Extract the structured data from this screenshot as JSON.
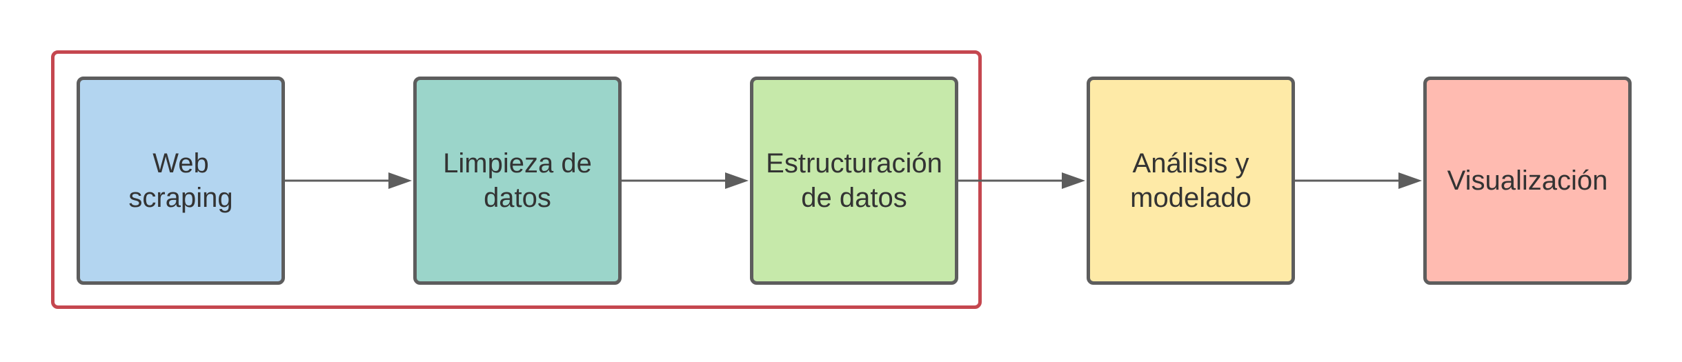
{
  "diagram": {
    "group": {
      "border_color": "#c5474f"
    },
    "nodes": [
      {
        "id": "web-scraping",
        "label": "Web\nscraping",
        "fill": "#b3d5f0"
      },
      {
        "id": "limpieza",
        "label": "Limpieza de\ndatos",
        "fill": "#9bd5ca"
      },
      {
        "id": "estructuracion",
        "label": "Estructuración\nde datos",
        "fill": "#c6e9aa"
      },
      {
        "id": "analisis",
        "label": "Análisis y\nmodelado",
        "fill": "#feeaa7"
      },
      {
        "id": "visualizacion",
        "label": "Visualización",
        "fill": "#ffbbb1"
      }
    ],
    "edges": [
      {
        "from": "web-scraping",
        "to": "limpieza"
      },
      {
        "from": "limpieza",
        "to": "estructuracion"
      },
      {
        "from": "estructuracion",
        "to": "analisis"
      },
      {
        "from": "analisis",
        "to": "visualizacion"
      }
    ],
    "node_border_color": "#5d5d5d",
    "arrow_color": "#5d5d5d"
  }
}
